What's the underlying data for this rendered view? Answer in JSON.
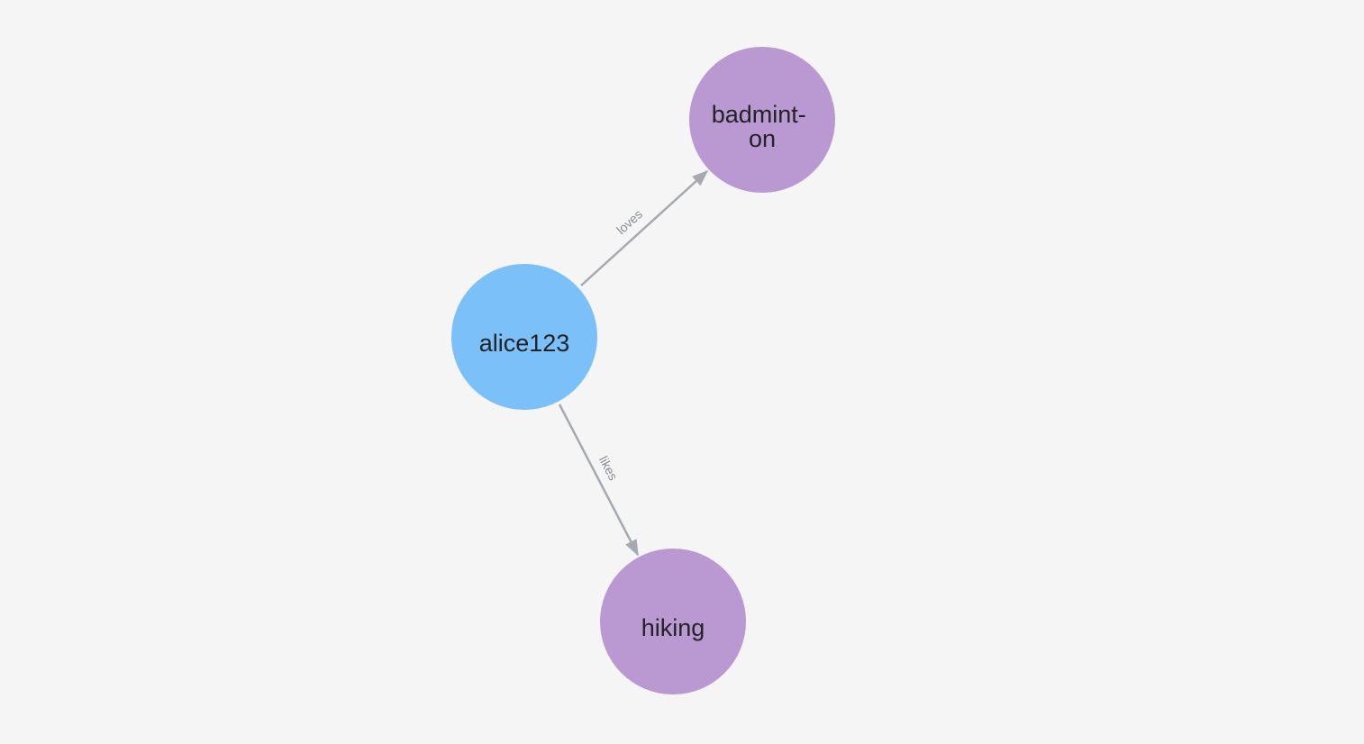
{
  "canvas": {
    "background": "#f4f5f4"
  },
  "graph": {
    "node_text_color": "#212326",
    "edge_color": "#a6a9b0",
    "edge_label_color": "#8a8d93",
    "node_blue": "#7cc0fa",
    "node_purple": "#ba98d2",
    "nodes": [
      {
        "id": "alice123",
        "caption": "alice123",
        "color": "#7cc0fa"
      },
      {
        "id": "badminton",
        "caption": "badminton",
        "caption_line1": "badmint-",
        "caption_line2": "on",
        "color": "#ba98d2"
      },
      {
        "id": "hiking",
        "caption": "hiking",
        "color": "#ba98d2"
      }
    ],
    "edges": [
      {
        "label": "loves",
        "from": "alice123",
        "to": "badminton"
      },
      {
        "label": "likes",
        "from": "alice123",
        "to": "hiking"
      }
    ]
  }
}
